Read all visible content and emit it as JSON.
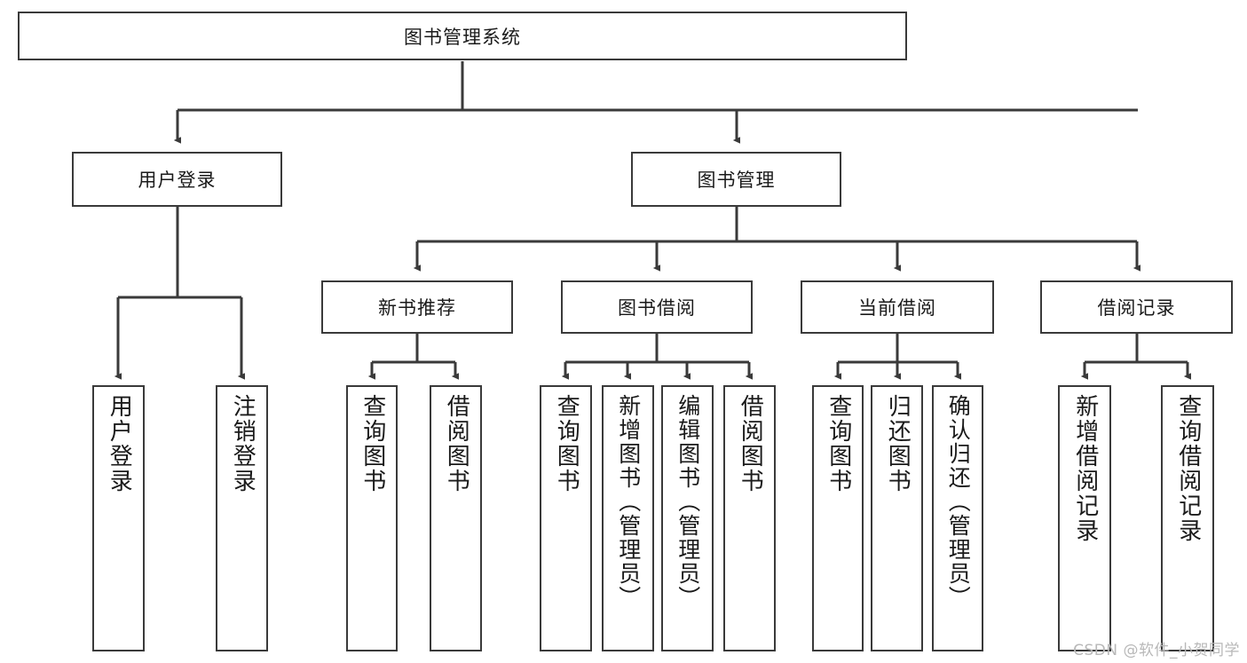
{
  "diagram": {
    "type": "tree",
    "title": "图书管理系统",
    "watermark": "CSDN @软件_小贺同学",
    "colors": {
      "stroke": "#3a3a3a",
      "fill": "#ffffff",
      "text": "#1a1a1a",
      "watermark": "#b8b8b8"
    },
    "nodes": {
      "root": {
        "label": "图书管理系统"
      },
      "level2": [
        {
          "id": "user-login",
          "label": "用户登录"
        },
        {
          "id": "book-manage",
          "label": "图书管理"
        }
      ],
      "level3": [
        {
          "id": "new-book-recommend",
          "label": "新书推荐"
        },
        {
          "id": "book-borrow",
          "label": "图书借阅"
        },
        {
          "id": "current-borrow",
          "label": "当前借阅"
        },
        {
          "id": "borrow-record",
          "label": "借阅记录"
        }
      ],
      "leaves": [
        {
          "id": "leaf-user-login",
          "label": "用户登录",
          "parent": "user-login"
        },
        {
          "id": "leaf-logout-login",
          "label": "注销登录",
          "parent": "user-login"
        },
        {
          "id": "leaf-query-book-1",
          "label": "查询图书",
          "parent": "new-book-recommend"
        },
        {
          "id": "leaf-borrow-book-1",
          "label": "借阅图书",
          "parent": "new-book-recommend"
        },
        {
          "id": "leaf-query-book-2",
          "label": "查询图书",
          "parent": "book-borrow"
        },
        {
          "id": "leaf-add-book",
          "label": "新增图书（管理员）",
          "parent": "book-borrow"
        },
        {
          "id": "leaf-edit-book",
          "label": "编辑图书（管理员）",
          "parent": "book-borrow"
        },
        {
          "id": "leaf-borrow-book-2",
          "label": "借阅图书",
          "parent": "book-borrow"
        },
        {
          "id": "leaf-query-book-3",
          "label": "查询图书",
          "parent": "current-borrow"
        },
        {
          "id": "leaf-return-book",
          "label": "归还图书",
          "parent": "current-borrow"
        },
        {
          "id": "leaf-confirm-return",
          "label": "确认归还（管理员）",
          "parent": "current-borrow"
        },
        {
          "id": "leaf-add-record",
          "label": "新增借阅记录",
          "parent": "borrow-record"
        },
        {
          "id": "leaf-query-record",
          "label": "查询借阅记录",
          "parent": "borrow-record"
        }
      ]
    }
  }
}
